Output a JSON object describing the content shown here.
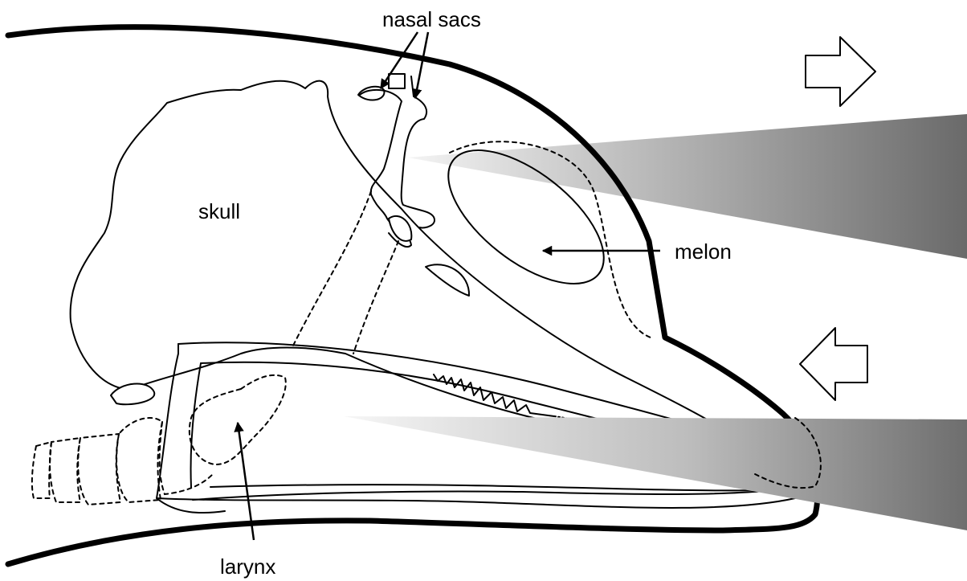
{
  "labels": {
    "nasal_sacs": "nasal sacs",
    "skull": "skull",
    "melon": "melon",
    "larynx": "larynx"
  },
  "colors": {
    "stroke": "#000000",
    "background": "#ffffff",
    "beam_light": "#f2f2f2",
    "beam_dark": "#6e6e6e"
  },
  "icons": {
    "outgoing": "arrow-right-outline-icon",
    "incoming": "arrow-left-outline-icon"
  }
}
